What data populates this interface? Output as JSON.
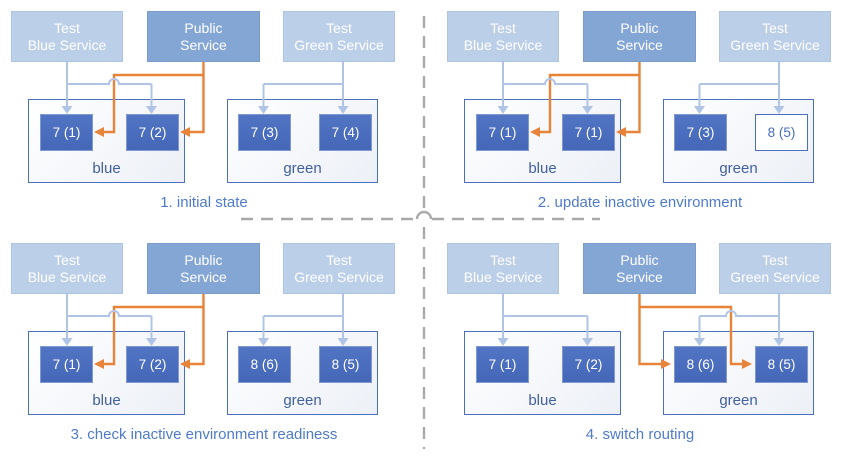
{
  "diagram": {
    "services": [
      {
        "id": "test-blue-service",
        "line1": "Test",
        "line2": "Blue Service",
        "variant": "test"
      },
      {
        "id": "public-service",
        "line1": "Public",
        "line2": "Service",
        "variant": "public"
      },
      {
        "id": "test-green-service",
        "line1": "Test",
        "line2": "Green Service",
        "variant": "test"
      }
    ],
    "quadrants": [
      {
        "caption": "1. initial state",
        "public_route": "blue",
        "environments": [
          {
            "label": "blue",
            "versions": [
              {
                "text": "7 (1)",
                "style": "filled"
              },
              {
                "text": "7 (2)",
                "style": "filled"
              }
            ]
          },
          {
            "label": "green",
            "versions": [
              {
                "text": "7 (3)",
                "style": "filled"
              },
              {
                "text": "7 (4)",
                "style": "filled"
              }
            ]
          }
        ]
      },
      {
        "caption": "2. update inactive environment",
        "public_route": "blue",
        "environments": [
          {
            "label": "blue",
            "versions": [
              {
                "text": "7 (1)",
                "style": "filled"
              },
              {
                "text": "7 (1)",
                "style": "filled"
              }
            ]
          },
          {
            "label": "green",
            "versions": [
              {
                "text": "7 (3)",
                "style": "filled"
              },
              {
                "text": "8 (5)",
                "style": "outlined"
              }
            ]
          }
        ]
      },
      {
        "caption": "3. check inactive environment readiness",
        "public_route": "blue",
        "environments": [
          {
            "label": "blue",
            "versions": [
              {
                "text": "7 (1)",
                "style": "filled"
              },
              {
                "text": "7 (2)",
                "style": "filled"
              }
            ]
          },
          {
            "label": "green",
            "versions": [
              {
                "text": "8 (6)",
                "style": "filled"
              },
              {
                "text": "8 (5)",
                "style": "filled"
              }
            ]
          }
        ]
      },
      {
        "caption": "4. switch routing",
        "public_route": "green",
        "environments": [
          {
            "label": "blue",
            "versions": [
              {
                "text": "7 (1)",
                "style": "filled"
              },
              {
                "text": "7 (2)",
                "style": "filled"
              }
            ]
          },
          {
            "label": "green",
            "versions": [
              {
                "text": "8 (6)",
                "style": "filled"
              },
              {
                "text": "8 (5)",
                "style": "filled"
              }
            ]
          }
        ]
      }
    ],
    "colors": {
      "test_service_fill": "#bccfe8",
      "public_service_fill": "#84a6d4",
      "version_box_fill": "#4a6cbd",
      "environment_border": "#4a6fbd",
      "environment_label_text": "#41619e",
      "caption_text": "#4f7bc9",
      "arrow_light_blue": "#b0c5e6",
      "arrow_orange": "#e78439",
      "divider_gray": "#a9a9a9"
    }
  }
}
